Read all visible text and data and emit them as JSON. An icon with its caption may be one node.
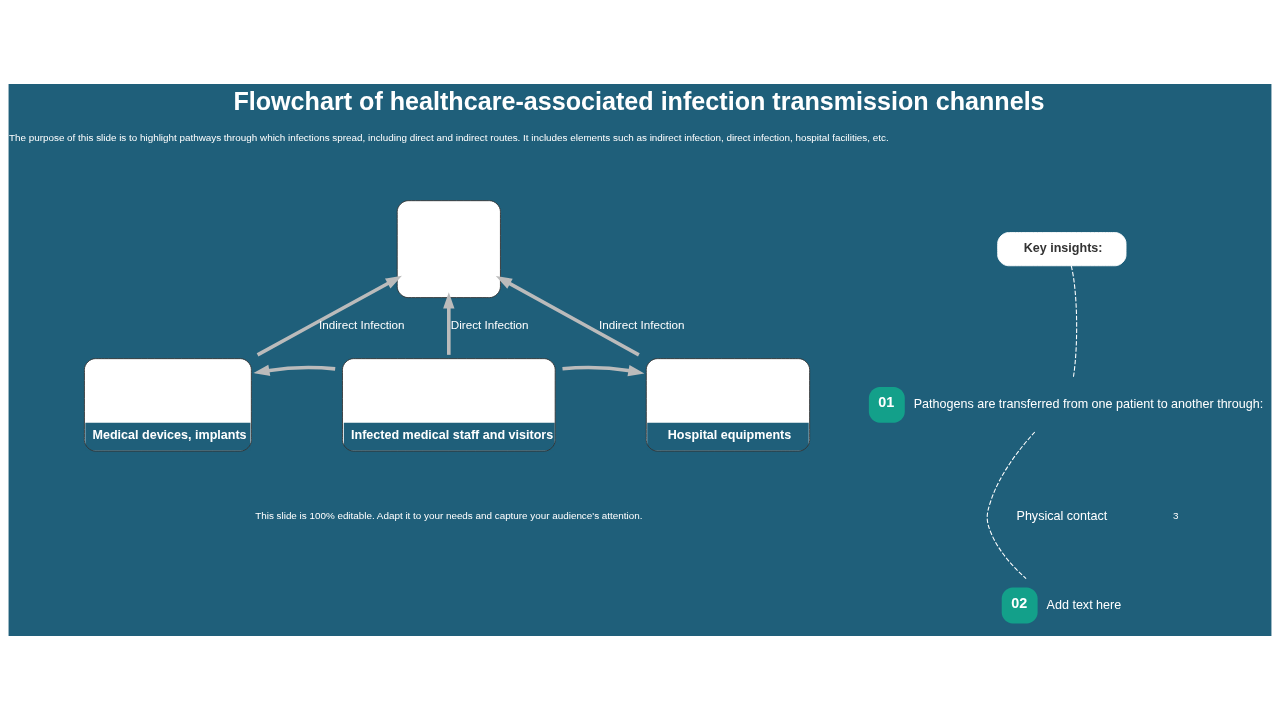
{
  "diagram": {
    "title": "Flowchart of healthcare-associated infection transmission channels",
    "nodes": [
      {
        "text": [],
        "shape": "box"
      },
      {
        "text": [
          "Medical devices, implants"
        ]
      },
      {
        "text": [
          "Infected medical staff and visitors"
        ]
      },
      {
        "text": [
          "Hospital equipments"
        ]
      },
      {
        "text": [
          "Key insights:"
        ]
      },
      {
        "text": [
          "01"
        ],
        "beside": [
          "Pathogens are transferred from one patient to another through:"
        ]
      },
      {
        "text": [
          "02"
        ],
        "beside": [
          "Add text here"
        ]
      }
    ],
    "edges": [
      {
        "from": 1,
        "to": 0,
        "arrow": "to",
        "label": "Indirect Infection"
      },
      {
        "from": 2,
        "to": 0,
        "arrow": "to",
        "label": "Direct Infection"
      },
      {
        "from": 3,
        "to": 0,
        "arrow": "to",
        "label": "Indirect Infection"
      },
      {
        "from": 2,
        "to": 1,
        "arrow": "to"
      },
      {
        "from": 2,
        "to": 3,
        "arrow": "to"
      },
      {
        "from": 4,
        "to": 5,
        "arrow": "none",
        "style": "dashed",
        "color": "#ffffff"
      },
      {
        "from": 5,
        "to": 6,
        "arrow": "none",
        "style": "dashed",
        "color": "#ffffff"
      }
    ],
    "labels": [
      "The purpose of this slide is to highlight pathways through which infections spread, including direct and indirect routes. It includes elements such as indirect infection, direct infection, hospital facilities, etc.",
      "Physical contact",
      "This slide is 100% editable. Adapt it to your needs and capture your audience's attention.",
      "3"
    ]
  }
}
